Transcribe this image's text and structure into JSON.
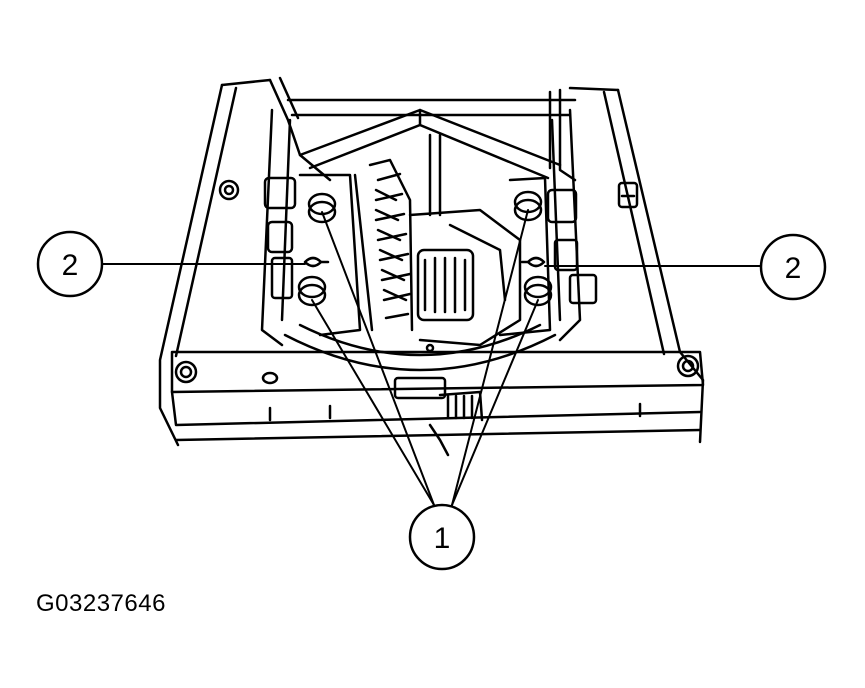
{
  "figure": {
    "id": "G03237646",
    "callouts": [
      {
        "label": "1"
      },
      {
        "label": "2"
      },
      {
        "label": "2"
      }
    ]
  },
  "colors": {
    "line": "#000000",
    "background": "#ffffff"
  }
}
